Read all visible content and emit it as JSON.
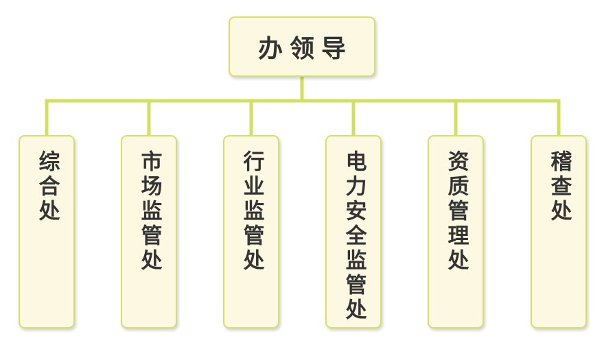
{
  "root": {
    "label": "办领导"
  },
  "departments": [
    {
      "label": "综合处"
    },
    {
      "label": "市场监管处"
    },
    {
      "label": "行业监管处"
    },
    {
      "label": "电力安全监管处"
    },
    {
      "label": "资质管理处"
    },
    {
      "label": "稽查处"
    }
  ],
  "colors": {
    "connector": "#d3df5e",
    "box_fill": "#fdf8e1",
    "box_border": "#d6e067",
    "text": "#333333"
  }
}
